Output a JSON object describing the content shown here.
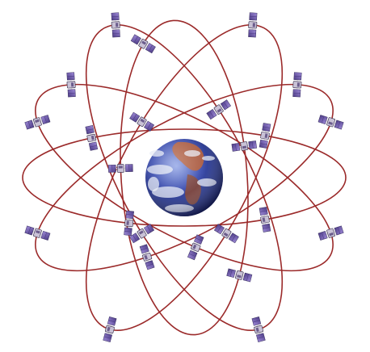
{
  "diagram": {
    "type": "satellite-constellation",
    "center_object": "earth",
    "orbit_count": 6,
    "satellites_per_orbit": 4,
    "colors": {
      "background": "#ffffff",
      "orbit": "#9b2a2a",
      "satellite_panel": "#7a63b8",
      "satellite_panel_dark": "#4d3c86",
      "satellite_body": "#c9c2d6",
      "earth_ocean": "#2e3f9a",
      "earth_ocean_light": "#6a7fd0",
      "earth_land": "#b8613a",
      "earth_cloud": "#e8ecf6"
    },
    "icons": [
      "earth-icon",
      "satellite-icon"
    ]
  }
}
